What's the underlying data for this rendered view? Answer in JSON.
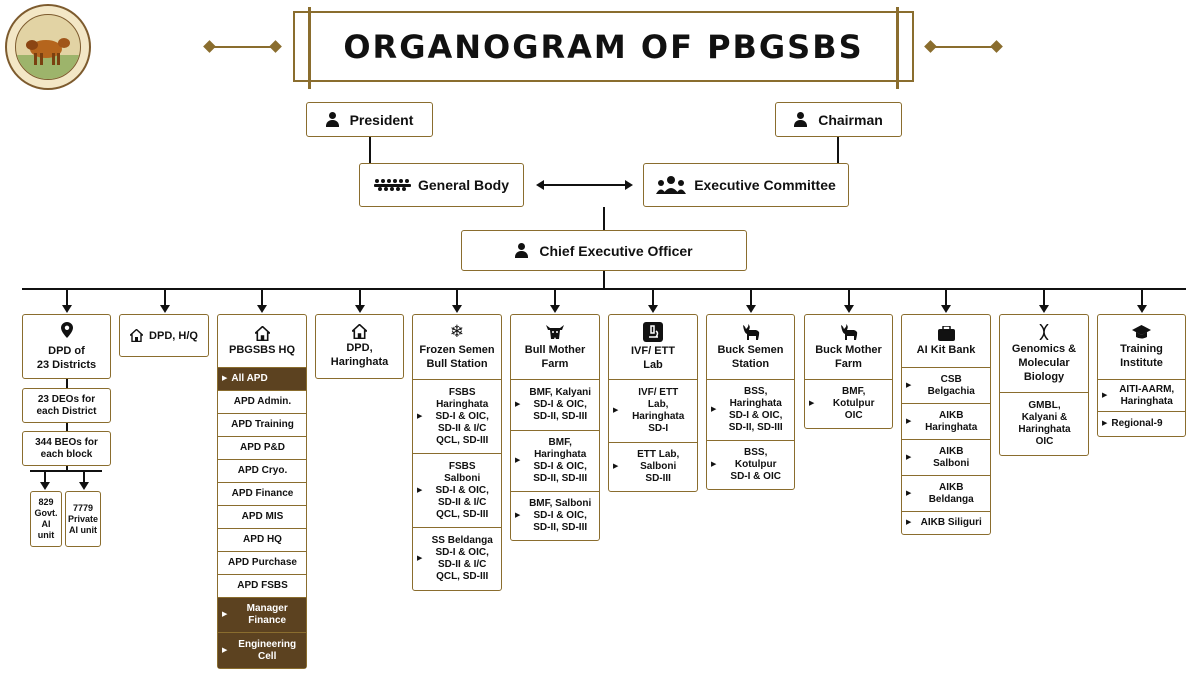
{
  "title": "ORGANOGRAM OF PBGSBS",
  "top": {
    "president": "President",
    "chairman": "Chairman",
    "general_body": "General Body",
    "executive_committee": "Executive Committee",
    "ceo": "Chief Executive Officer"
  },
  "dpd23": {
    "head": "DPD of\n23 Districts",
    "deos": "23 DEOs for\neach District",
    "beos": "344 BEOs for\neach block",
    "govt_ai": "829\nGovt.\nAI\nunit",
    "private_ai": "7779\nPrivate\nAI unit"
  },
  "dpd_hq": {
    "head": "DPD, H/Q"
  },
  "hq": {
    "head": "PBGSBS HQ",
    "items": [
      "All APD",
      "APD Admin.",
      "APD Training",
      "APD P&D",
      "APD Cryo.",
      "APD Finance",
      "APD MIS",
      "APD HQ",
      "APD Purchase",
      "APD FSBS",
      "Manager\nFinance",
      "Engineering\nCell"
    ]
  },
  "dpd_har": {
    "head": "DPD,\nHaringhata"
  },
  "fsbs": {
    "head": "Frozen Semen\nBull Station",
    "items": [
      "FSBS\nHaringhata\nSD-I & OIC,\nSD-II & I/C\nQCL, SD-III",
      "FSBS\nSalboni\nSD-I & OIC,\nSD-II & I/C\nQCL, SD-III",
      "SS Beldanga\nSD-I & OIC,\nSD-II & I/C\nQCL, SD-III"
    ]
  },
  "bmf": {
    "head": "Bull Mother\nFarm",
    "items": [
      "BMF, Kalyani\nSD-I & OIC,\nSD-II, SD-III",
      "BMF,\nHaringhata\nSD-I & OIC,\nSD-II, SD-III",
      "BMF, Salboni\nSD-I & OIC,\nSD-II, SD-III"
    ]
  },
  "ivf": {
    "head": "IVF/ ETT\nLab",
    "items": [
      "IVF/ ETT\nLab,\nHaringhata\nSD-I",
      "ETT Lab,\nSalboni\nSD-III"
    ]
  },
  "bss": {
    "head": "Buck Semen\nStation",
    "items": [
      "BSS,\nHaringhata\nSD-I & OIC,\nSD-II, SD-III",
      "BSS,\nKotulpur\nSD-I & OIC"
    ]
  },
  "bkmf": {
    "head": "Buck Mother\nFarm",
    "items": [
      "BMF,\nKotulpur\nOIC"
    ]
  },
  "aikit": {
    "head": "AI Kit Bank",
    "items": [
      "CSB\nBelgachia",
      "AIKB\nHaringhata",
      "AIKB\nSalboni",
      "AIKB\nBeldanga",
      "AIKB Siliguri"
    ]
  },
  "genomics": {
    "head": "Genomics &\nMolecular\nBiology",
    "items": [
      "GMBL,\nKalyani &\nHaringhata\nOIC"
    ]
  },
  "training": {
    "head": "Training\nInstitute",
    "items": [
      "AITI-AARM,\nHaringhata",
      "Regional-9"
    ]
  },
  "colors": {
    "accent": "#8a6d2e",
    "dark": "#5c4220"
  },
  "icons": {
    "location": "location-pin-icon",
    "home": "home-icon",
    "snowflake": "snowflake-icon",
    "cow": "cow-icon",
    "microscope": "microscope-icon",
    "goat": "goat-icon",
    "kit": "briefcase-icon",
    "dna": "dna-icon",
    "graduation": "graduation-cap-icon"
  }
}
